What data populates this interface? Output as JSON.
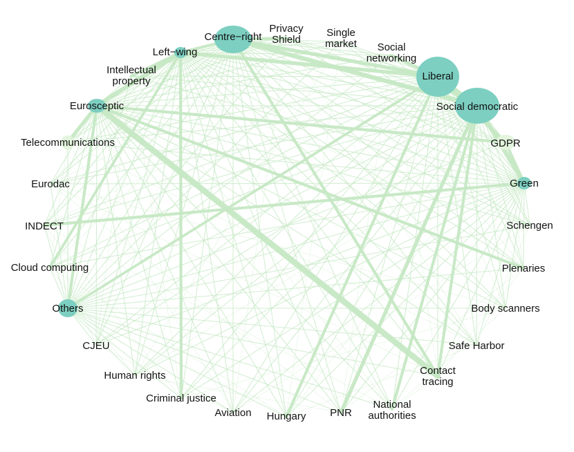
{
  "colors": {
    "party_node": "#7ccfc1",
    "topic_node": "#e3f4dc",
    "edge": "#c6e8c4",
    "label": "#111111"
  },
  "nodes": [
    {
      "id": "centre_right",
      "label": "Centre−right",
      "kind": "party",
      "size": 3
    },
    {
      "id": "left_wing",
      "label": "Left−wing",
      "kind": "party",
      "size": 1
    },
    {
      "id": "liberal",
      "label": "Liberal",
      "kind": "party",
      "size": 4
    },
    {
      "id": "social_democratic",
      "label": "Social democratic",
      "kind": "party",
      "size": 5
    },
    {
      "id": "eurosceptic",
      "label": "Eurosceptic",
      "kind": "party",
      "size": 1.5
    },
    {
      "id": "green",
      "label": "Green",
      "kind": "party",
      "size": 1
    },
    {
      "id": "others",
      "label": "Others",
      "kind": "party",
      "size": 1.5
    },
    {
      "id": "privacy_shield",
      "label": "Privacy\nShield",
      "kind": "topic",
      "size": 0
    },
    {
      "id": "single_market",
      "label": "Single\nmarket",
      "kind": "topic",
      "size": 0
    },
    {
      "id": "social_networking",
      "label": "Social\nnetworking",
      "kind": "topic",
      "size": 0
    },
    {
      "id": "intellectual_property",
      "label": "Intellectual\nproperty",
      "kind": "topic",
      "size": 0
    },
    {
      "id": "telecommunications",
      "label": "Telecommunications",
      "kind": "topic",
      "size": 1
    },
    {
      "id": "gdpr",
      "label": "GDPR",
      "kind": "topic",
      "size": 1.5
    },
    {
      "id": "eurodac",
      "label": "Eurodac",
      "kind": "topic",
      "size": 0
    },
    {
      "id": "indect",
      "label": "INDECT",
      "kind": "topic",
      "size": 0
    },
    {
      "id": "schengen",
      "label": "Schengen",
      "kind": "topic",
      "size": 0
    },
    {
      "id": "cloud_computing",
      "label": "Cloud computing",
      "kind": "topic",
      "size": 0
    },
    {
      "id": "plenaries",
      "label": "Plenaries",
      "kind": "topic",
      "size": 0
    },
    {
      "id": "body_scanners",
      "label": "Body scanners",
      "kind": "topic",
      "size": 0
    },
    {
      "id": "cjeu",
      "label": "CJEU",
      "kind": "topic",
      "size": 0
    },
    {
      "id": "safe_harbor",
      "label": "Safe Harbor",
      "kind": "topic",
      "size": 0
    },
    {
      "id": "human_rights",
      "label": "Human rights",
      "kind": "topic",
      "size": 0
    },
    {
      "id": "contact_tracing",
      "label": "Contact\ntracing",
      "kind": "topic",
      "size": 0
    },
    {
      "id": "criminal_justice",
      "label": "Criminal justice",
      "kind": "topic",
      "size": 0
    },
    {
      "id": "aviation",
      "label": "Aviation",
      "kind": "topic",
      "size": 0
    },
    {
      "id": "hungary",
      "label": "Hungary",
      "kind": "topic",
      "size": 0
    },
    {
      "id": "pnr",
      "label": "PNR",
      "kind": "topic",
      "size": 0
    },
    {
      "id": "national_authorities",
      "label": "National\nauthorities",
      "kind": "topic",
      "size": 0
    }
  ],
  "strong_edges": [
    [
      "eurosceptic",
      "contact_tracing",
      3
    ],
    [
      "centre_right",
      "social_democratic",
      2
    ],
    [
      "left_wing",
      "liberal",
      1.5
    ],
    [
      "social_democratic",
      "green",
      2
    ],
    [
      "liberal",
      "gdpr",
      1.5
    ],
    [
      "eurosceptic",
      "left_wing",
      2
    ],
    [
      "eurosceptic",
      "telecommunications",
      1.5
    ],
    [
      "social_democratic",
      "pnr",
      1.5
    ],
    [
      "social_democratic",
      "national_authorities",
      1
    ],
    [
      "liberal",
      "hungary",
      1
    ],
    [
      "social_democratic",
      "contact_tracing",
      1
    ],
    [
      "green",
      "indect",
      1
    ],
    [
      "eurosceptic",
      "plenaries",
      1
    ],
    [
      "eurosceptic",
      "gdpr",
      1
    ],
    [
      "left_wing",
      "criminal_justice",
      1
    ],
    [
      "centre_right",
      "contact_tracing",
      1
    ],
    [
      "left_wing",
      "cloud_computing",
      0.8
    ],
    [
      "liberal",
      "others",
      0.8
    ],
    [
      "centre_right",
      "liberal",
      1.5
    ],
    [
      "liberal",
      "social_democratic",
      1.5
    ],
    [
      "left_wing",
      "centre_right",
      1
    ],
    [
      "eurosceptic",
      "others",
      1
    ],
    [
      "green",
      "gdpr",
      1
    ],
    [
      "intellectual_property",
      "left_wing",
      1
    ],
    [
      "privacy_shield",
      "centre_right",
      1
    ],
    [
      "social_networking",
      "liberal",
      1
    ]
  ]
}
